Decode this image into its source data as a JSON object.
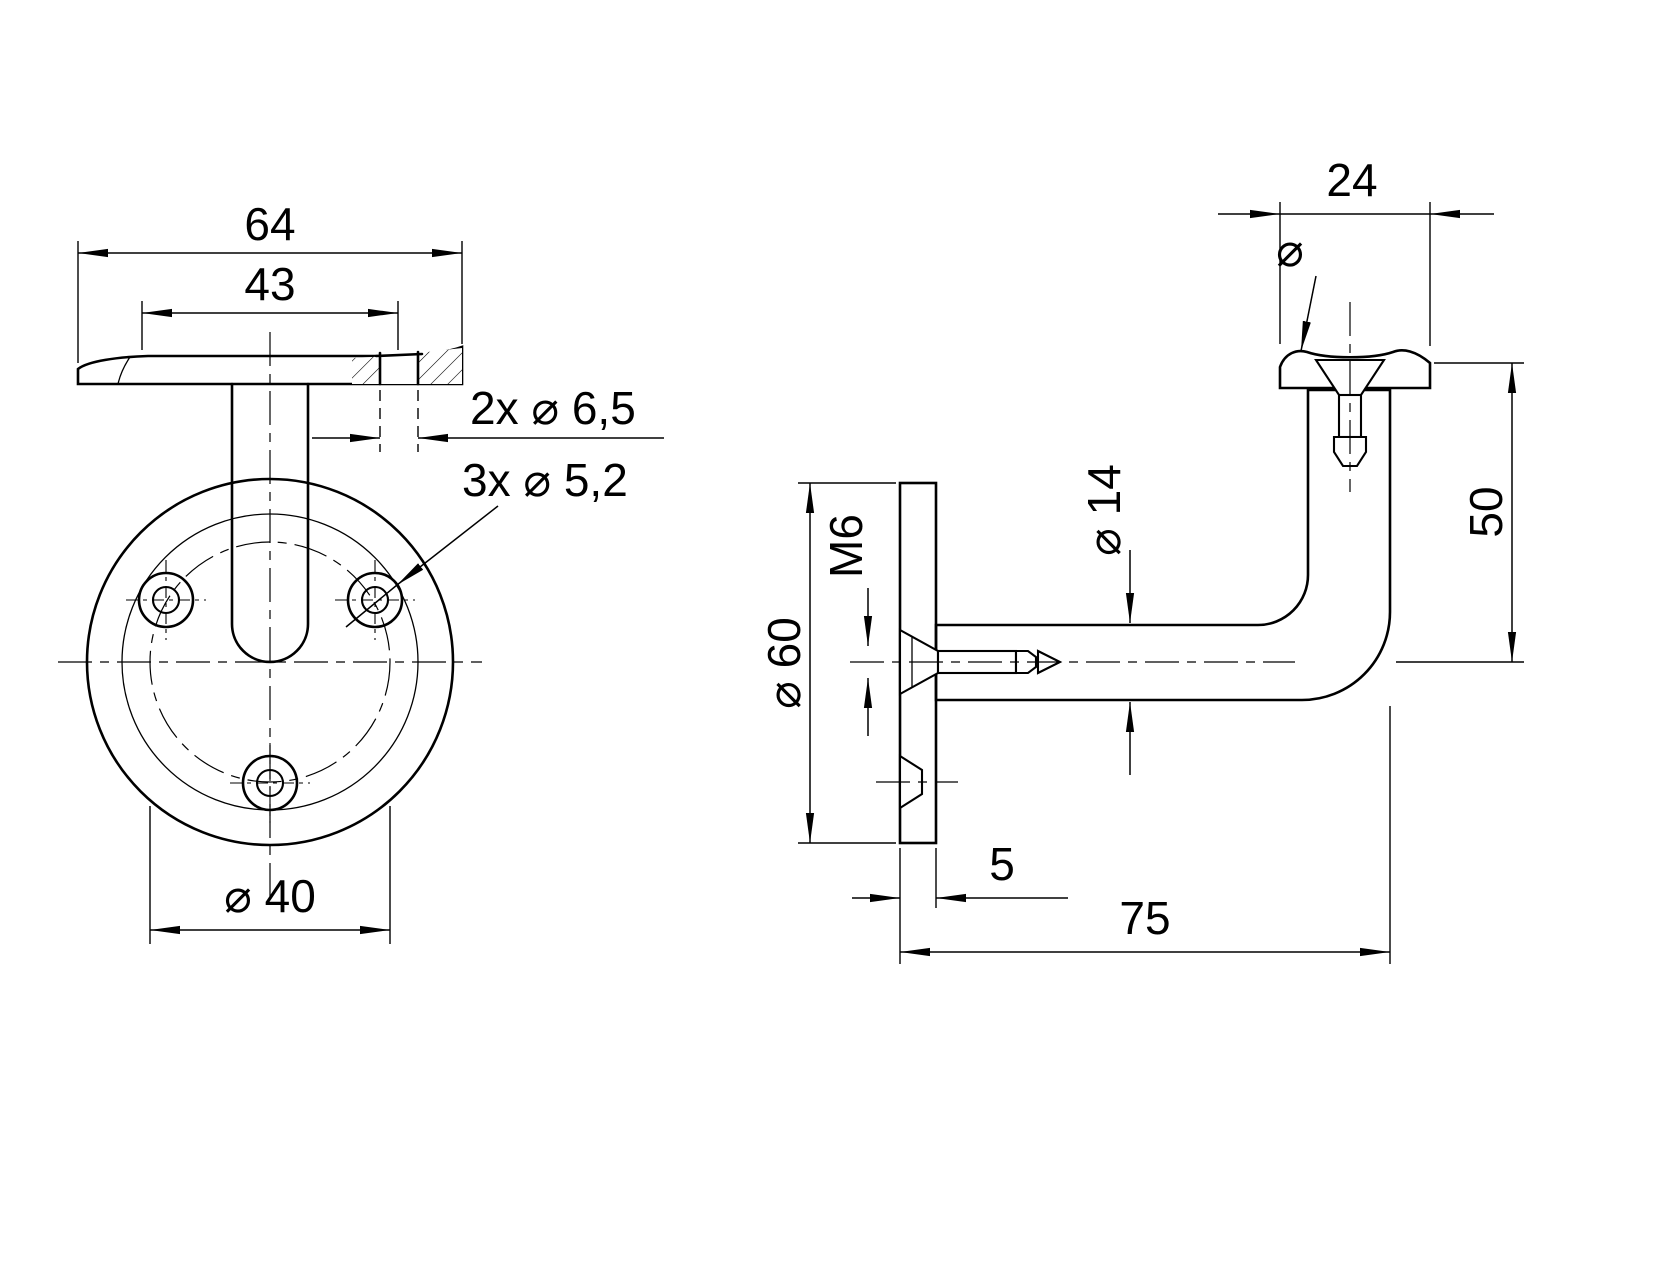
{
  "page": {
    "background": "#ffffff",
    "ink": "#000000"
  },
  "drawing": {
    "kind": "dimensioned engineering drawing",
    "subject": "handrail wall bracket — front view and side section view",
    "front_view": {
      "overall_width": "64",
      "flat_width": "43",
      "saddle_holes": "2x ⌀ 6,5",
      "plate_holes": "3x ⌀ 5,2",
      "bolt_circle": "⌀ 40"
    },
    "side_view": {
      "saddle_depth": "24",
      "diameter_symbol": "⌀",
      "height": "50",
      "arm_diameter": "⌀ 14",
      "thread": "M6",
      "plate_diameter": "⌀ 60",
      "plate_thickness": "5",
      "overall_depth": "75"
    }
  }
}
